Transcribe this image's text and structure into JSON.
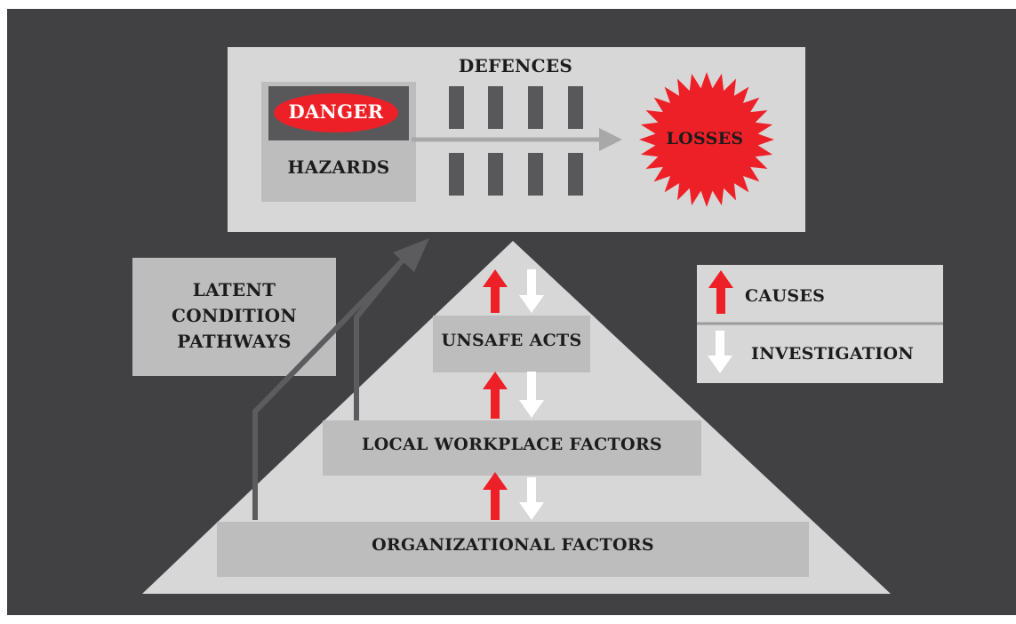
{
  "defences": {
    "title": "DEFENCES"
  },
  "hazards": {
    "danger_label": "DANGER",
    "label": "HAZARDS"
  },
  "losses": {
    "label": "LOSSES"
  },
  "latent": {
    "line1": "LATENT",
    "line2": "CONDITION",
    "line3": "PATHWAYS"
  },
  "pyramid": {
    "level1": "UNSAFE ACTS",
    "level2": "LOCAL WORKPLACE FACTORS",
    "level3": "ORGANIZATIONAL FACTORS"
  },
  "legend": {
    "causes": "CAUSES",
    "investigation": "INVESTIGATION"
  },
  "colors": {
    "background": "#414143",
    "panel": "#d7d7d7",
    "box": "#bdbdbd",
    "defence_bar": "#58585a",
    "danger_red": "#ee2027",
    "pathway_arrow": "#5c5c5e",
    "white_arrow": "#ffffff"
  }
}
